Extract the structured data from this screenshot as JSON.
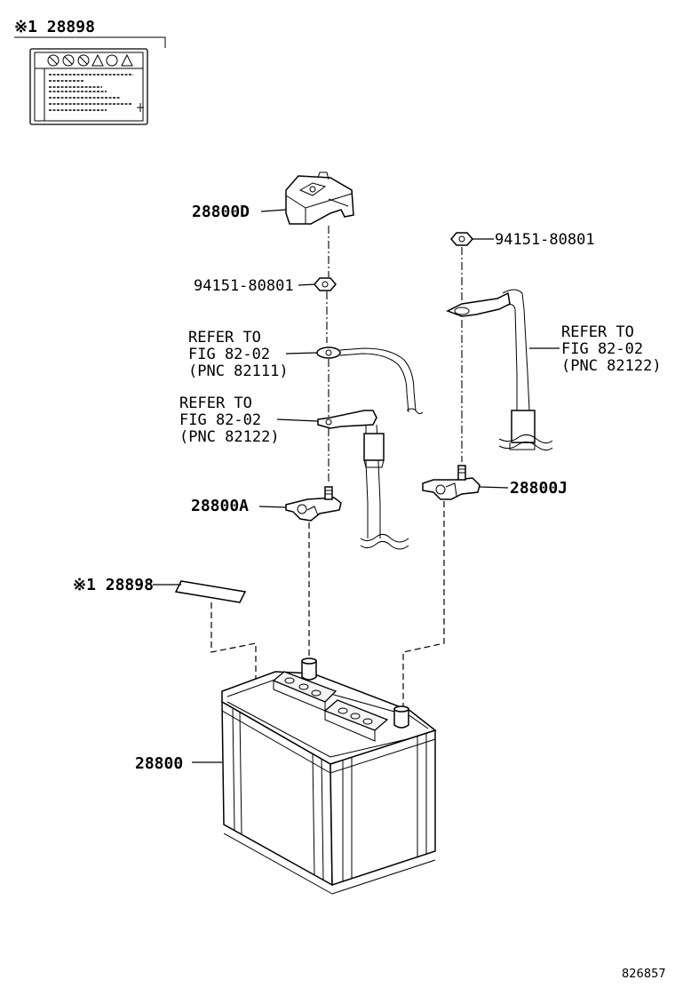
{
  "callouts": {
    "caution_label_top": "※1 28898",
    "cover": "28800D",
    "nut_left": "94151-80801",
    "nut_right": "94151-80801",
    "refer_pos_cable": {
      "line1": "REFER TO",
      "line2": "FIG 82-02",
      "line3": "(PNC 82111)"
    },
    "refer_neg_cable_left": {
      "line1": "REFER TO",
      "line2": "FIG 82-02",
      "line3": "(PNC 82122)"
    },
    "refer_neg_cable_right": {
      "line1": "REFER TO",
      "line2": "FIG 82-02",
      "line3": "(PNC 82122)"
    },
    "terminal_pos": "28800A",
    "terminal_neg": "28800J",
    "caution_label": "※1 28898",
    "battery": "28800"
  },
  "figure_id": "826857"
}
